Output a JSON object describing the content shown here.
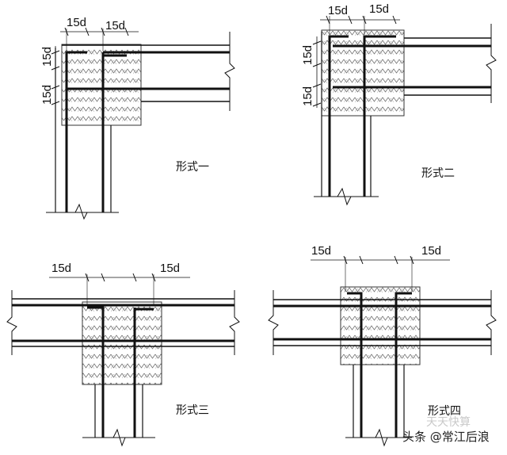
{
  "figures": [
    {
      "caption": "形式一",
      "dims": [
        "15d",
        "15d",
        "15d",
        "15d"
      ]
    },
    {
      "caption": "形式二",
      "dims": [
        "15d",
        "15d",
        "15d",
        "15d"
      ]
    },
    {
      "caption": "形式三",
      "dims": [
        "15d",
        "15d"
      ]
    },
    {
      "caption": "形式四",
      "dims": [
        "15d",
        "15d"
      ]
    }
  ],
  "watermark": {
    "faint": "天天快算",
    "text": "头条 @常江后浪"
  },
  "colors": {
    "line": "#111111",
    "hatch": "#555555",
    "fill": "#f2f2f2"
  }
}
